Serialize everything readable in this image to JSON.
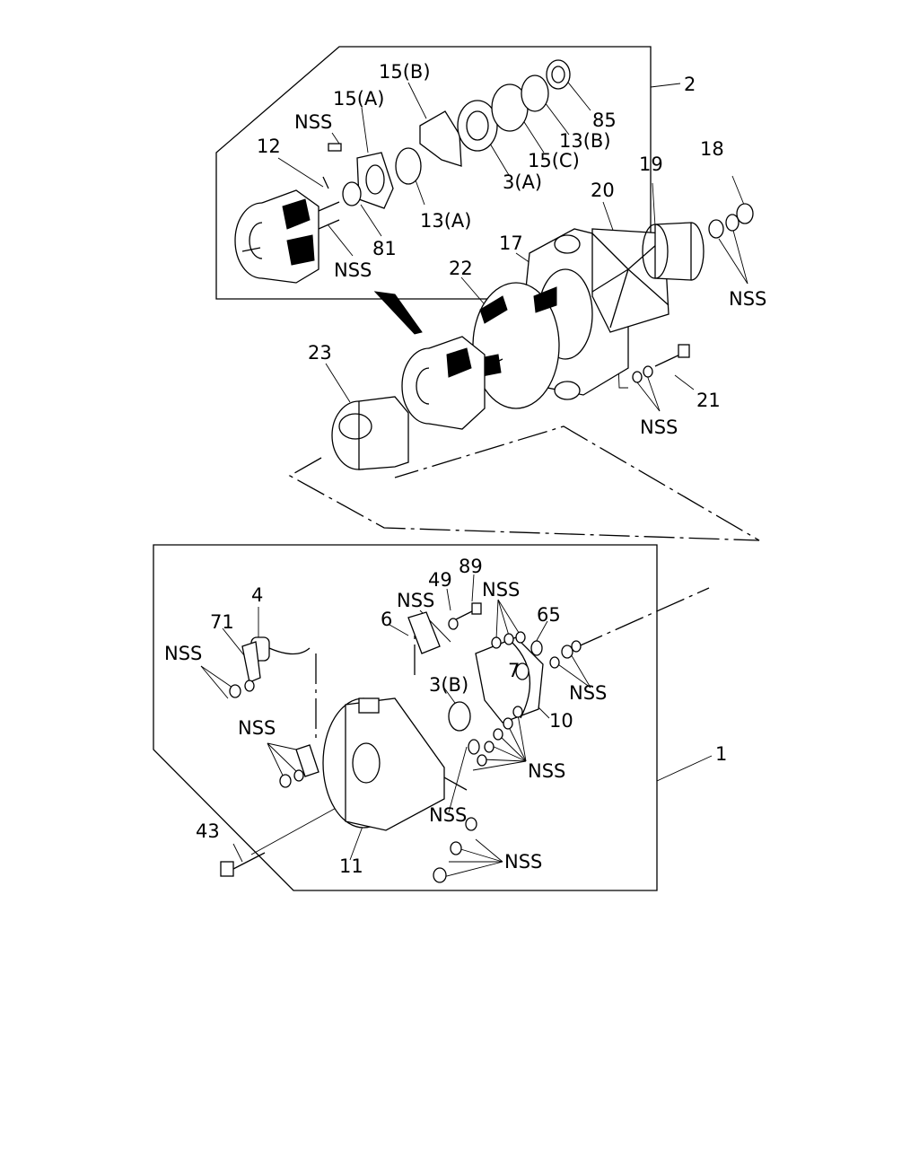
{
  "diagram": {
    "callouts": {
      "c2": "2",
      "c15b": "15(B)",
      "c15a": "15(A)",
      "nss_top": "NSS",
      "c12": "12",
      "c3a": "3(A)",
      "c15c": "15(C)",
      "c13b": "13(B)",
      "c85": "85",
      "c13a": "13(A)",
      "c81": "81",
      "nss_rotor": "NSS",
      "c18": "18",
      "c19": "19",
      "c20": "20",
      "c17": "17",
      "c22": "22",
      "nss_18": "NSS",
      "c23": "23",
      "c21": "21",
      "nss_21": "NSS",
      "c89": "89",
      "c49": "49",
      "nss_49": "NSS",
      "nss_top_bolts": "NSS",
      "c6": "6",
      "c65": "65",
      "c4": "4",
      "c71": "71",
      "nss_71": "NSS",
      "c7": "7",
      "nss_7": "NSS",
      "c3b": "3(B)",
      "c10": "10",
      "nss_bracket": "NSS",
      "c1": "1",
      "nss_nuts": "NSS",
      "nss_cover": "NSS",
      "c43": "43",
      "c11": "11",
      "nss_bottom": "NSS"
    }
  }
}
